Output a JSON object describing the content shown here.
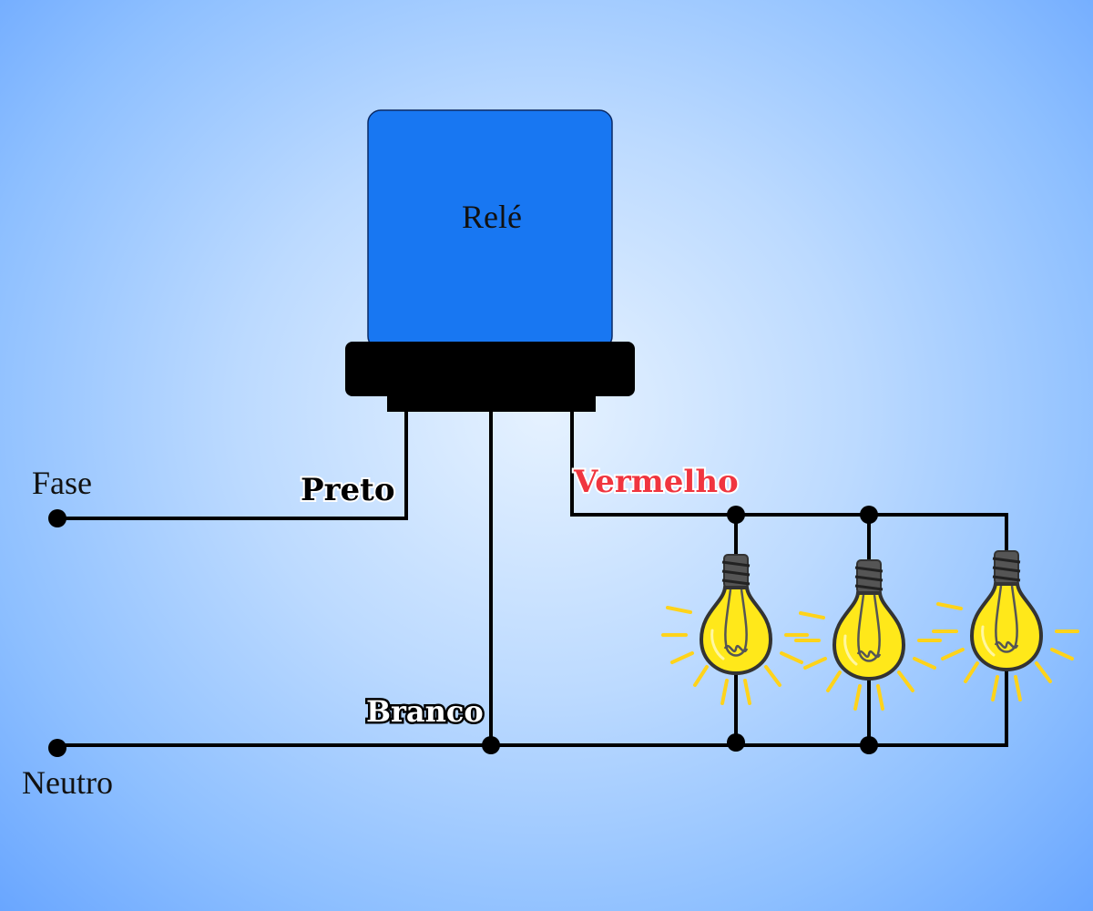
{
  "relay": {
    "label": "Relé",
    "body_color": "#1877f2",
    "base_color": "#000000"
  },
  "wires": {
    "preto": {
      "label": "Preto",
      "color": "#000000"
    },
    "branco": {
      "label": "Branco",
      "color": "#000000"
    },
    "vermelho": {
      "label": "Vermelho",
      "color": "#f0353f"
    }
  },
  "terminals": {
    "fase": "Fase",
    "neutro": "Neutro"
  },
  "lamps": [
    {
      "name": "lamp-1"
    },
    {
      "name": "lamp-2"
    },
    {
      "name": "lamp-3"
    }
  ],
  "colors": {
    "bulb_glass": "#ffe81a",
    "bulb_outline": "#333333",
    "rays": "#ffd31a"
  }
}
